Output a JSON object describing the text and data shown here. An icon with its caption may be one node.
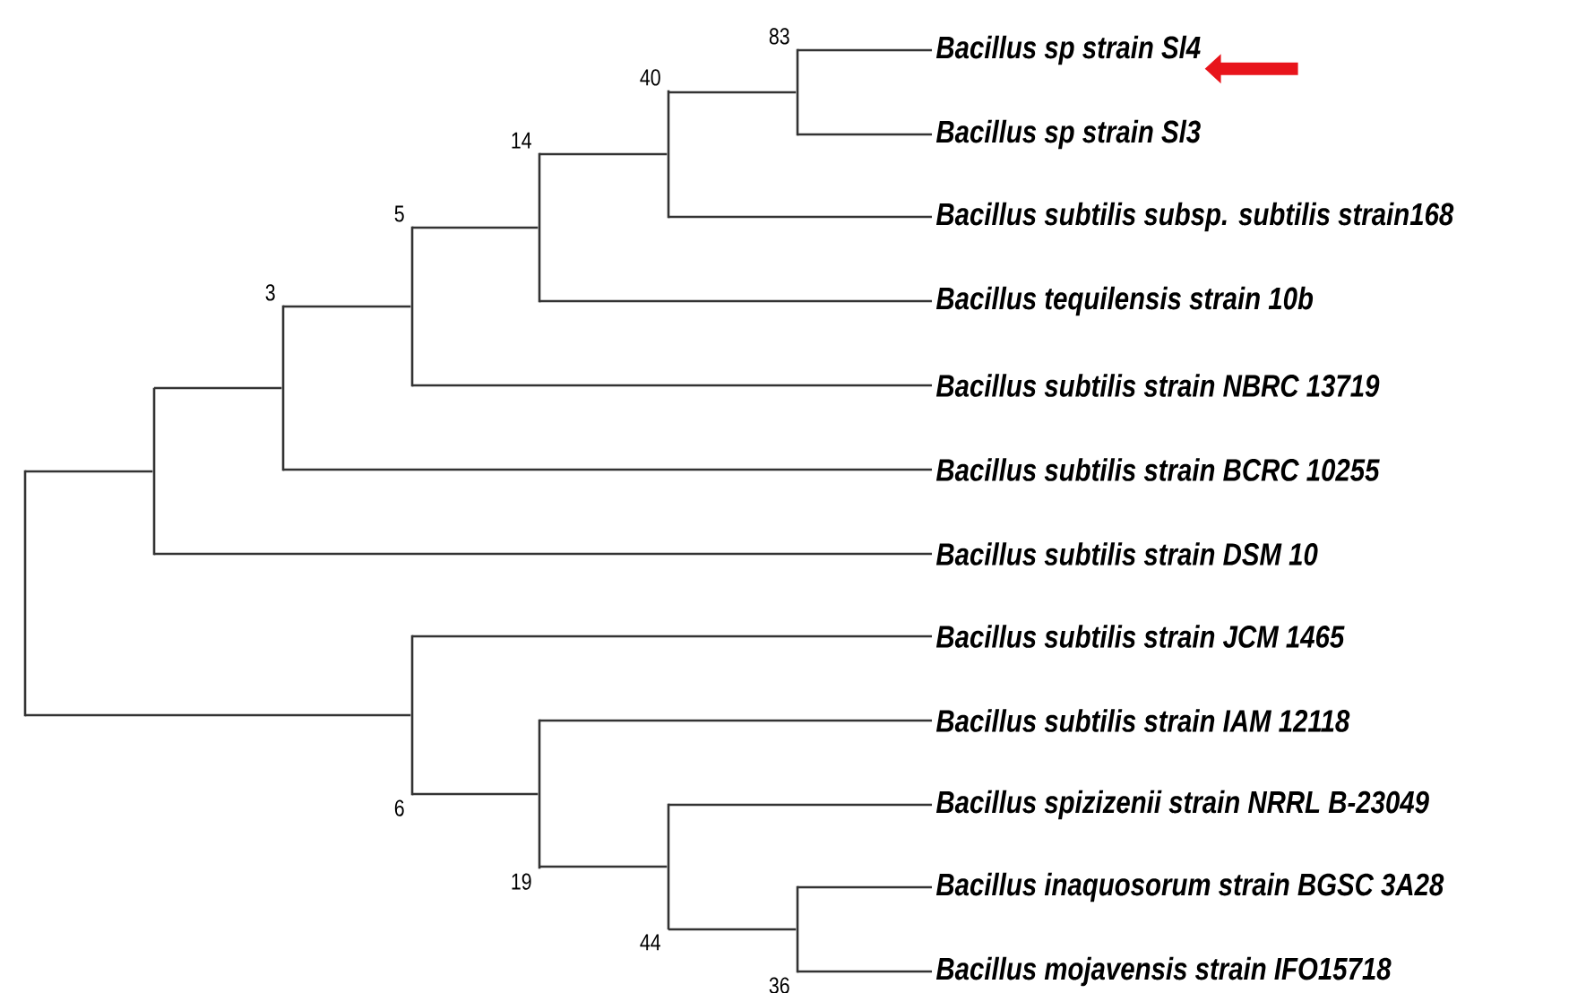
{
  "diagram": {
    "nodes": [
      {
        "text": [
          "Bacillus sp strain Sl4"
        ]
      },
      {
        "text": [
          "Bacillus sp strain Sl3"
        ]
      },
      {
        "text": [
          "Bacillus subtilis subsp. subtilis strain168"
        ]
      },
      {
        "text": [
          "Bacillus tequilensis strain 10b"
        ]
      },
      {
        "text": [
          "Bacillus subtilis strain NBRC 13719"
        ]
      },
      {
        "text": [
          "Bacillus subtilis strain BCRC 10255"
        ]
      },
      {
        "text": [
          "Bacillus subtilis strain DSM 10"
        ]
      },
      {
        "text": [
          "Bacillus subtilis strain JCM 1465"
        ]
      },
      {
        "text": [
          "Bacillus subtilis strain IAM 12118"
        ]
      },
      {
        "text": [
          "Bacillus spizizenii strain NRRL B-23049"
        ]
      },
      {
        "text": [
          "Bacillus inaquosorum strain BGSC 3A28"
        ]
      },
      {
        "text": [
          "Bacillus mojavensis strain IFO15718"
        ]
      },
      {
        "text": [],
        "shape": "bar"
      },
      {
        "text": [],
        "shape": "bar"
      },
      {
        "text": [],
        "shape": "bar",
        "beside": [
          "3"
        ]
      },
      {
        "text": [],
        "shape": "bar",
        "beside": [
          "5"
        ]
      },
      {
        "text": [],
        "shape": "bar",
        "beside": [
          "14"
        ]
      },
      {
        "text": [],
        "shape": "bar",
        "beside": [
          "40"
        ]
      },
      {
        "text": [],
        "shape": "bar",
        "beside": [
          "83"
        ]
      },
      {
        "text": [],
        "shape": "bar",
        "beside": [
          "6"
        ]
      },
      {
        "text": [],
        "shape": "bar",
        "beside": [
          "19"
        ]
      },
      {
        "text": [],
        "shape": "bar",
        "beside": [
          "44"
        ]
      },
      {
        "text": [],
        "shape": "bar",
        "beside": [
          "36"
        ]
      }
    ],
    "edges": [
      {
        "from": 12,
        "to": 13,
        "arrow": "none"
      },
      {
        "from": 12,
        "to": 19,
        "arrow": "none"
      },
      {
        "from": 13,
        "to": 14,
        "arrow": "none"
      },
      {
        "from": 13,
        "to": 6,
        "arrow": "none"
      },
      {
        "from": 14,
        "to": 15,
        "arrow": "none"
      },
      {
        "from": 14,
        "to": 5,
        "arrow": "none"
      },
      {
        "from": 15,
        "to": 16,
        "arrow": "none"
      },
      {
        "from": 15,
        "to": 4,
        "arrow": "none"
      },
      {
        "from": 16,
        "to": 17,
        "arrow": "none"
      },
      {
        "from": 16,
        "to": 3,
        "arrow": "none"
      },
      {
        "from": 17,
        "to": 18,
        "arrow": "none"
      },
      {
        "from": 17,
        "to": 2,
        "arrow": "none"
      },
      {
        "from": 18,
        "to": 0,
        "arrow": "none"
      },
      {
        "from": 18,
        "to": 1,
        "arrow": "none"
      },
      {
        "from": 19,
        "to": 7,
        "arrow": "none"
      },
      {
        "from": 19,
        "to": 20,
        "arrow": "none"
      },
      {
        "from": 20,
        "to": 8,
        "arrow": "none"
      },
      {
        "from": 20,
        "to": 21,
        "arrow": "none"
      },
      {
        "from": 21,
        "to": 9,
        "arrow": "none"
      },
      {
        "from": 21,
        "to": 22,
        "arrow": "none"
      },
      {
        "from": 22,
        "to": 10,
        "arrow": "none"
      },
      {
        "from": 22,
        "to": 11,
        "arrow": "none"
      },
      {
        "from": null,
        "to": 0,
        "arrow": "to",
        "style": "thick",
        "color": "#e8141b"
      }
    ]
  }
}
